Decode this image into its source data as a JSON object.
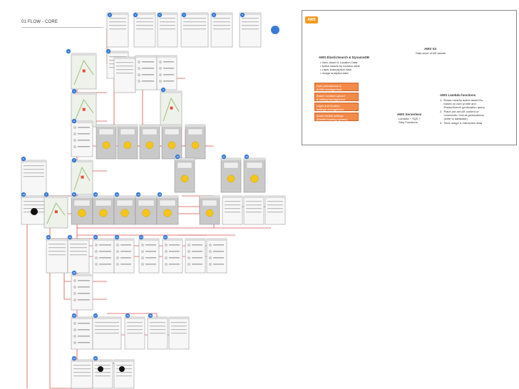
{
  "flow": {
    "title": "01 FLOW - CORE"
  },
  "aws": {
    "badge": "AWS",
    "db_title": "AWS ElasticSearch & DynamoDB",
    "db_items": [
      "• User, Asset & Location Data",
      "• Active assets by location table",
      "• Layer subscription data",
      "• Usage analytics data"
    ],
    "s3_title": "AWS S3",
    "s3_sub": "Data store of AR assets",
    "lambda_title": "AWS Lambda functions",
    "lambda_items": [
      "1.  Return nearby active asset IDs",
      "     based on user profile and",
      "     ElasticSearch geolocation query",
      "2.  Place pre-set AR content or",
      "     comments / text at geolocations",
      "     (write to database)",
      "3.  Save usage & interaction data"
    ],
    "perm_boxes": [
      [
        "User permissions &",
        "profile management"
      ],
      [
        "Asset / content upload",
        "& editing management"
      ],
      [
        "Layer and location",
        "settings management"
      ],
      [
        "Asset exhibit settings",
        "(Exhibit booking system)"
      ]
    ],
    "serverless_title": "AWS Serverless",
    "serverless_sub": [
      "Lambda + SQS +",
      "Step Functions"
    ]
  },
  "colors": {
    "flow_line": "#d9534f",
    "badge_blue": "#3a7bd5",
    "aws_orange": "#f39a22",
    "s3_red": "#d13a2f",
    "dynamo_blue": "#2e73b8",
    "aws_arrow": "#4a7fc1"
  }
}
